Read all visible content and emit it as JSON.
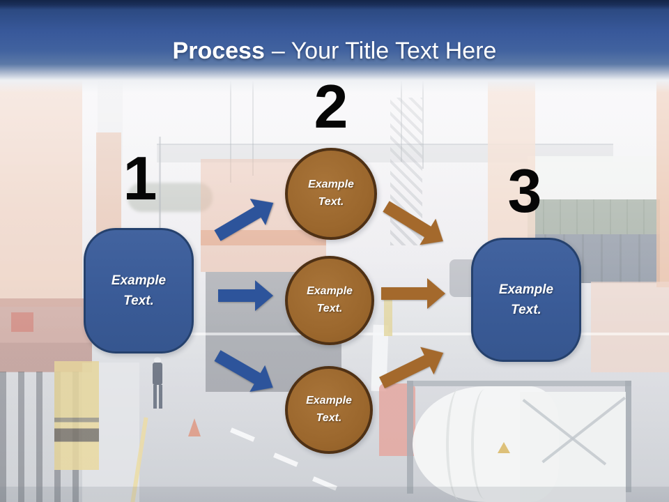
{
  "title": {
    "bold": "Process",
    "rest": "– Your Title Text Here"
  },
  "steps": {
    "left": {
      "number": "1",
      "label": "Example Text."
    },
    "middle": {
      "number": "2"
    },
    "right": {
      "number": "3",
      "label": "Example Text."
    }
  },
  "circles": {
    "top": "Example Text.",
    "middle": "Example Text.",
    "bottom": "Example Text."
  },
  "colors": {
    "title_bar_blue": "#3D5F9E",
    "title_bar_dark_top": "#16284E",
    "title_text": "#FFFFFF",
    "number_text": "#000000",
    "box_fill_blue": "#3C5D99",
    "box_border_blue": "#25416D",
    "circle_fill_brown": "#9E6A2F",
    "circle_border_brown": "#4F3115",
    "arrow_blue": "#2D549B",
    "arrow_brown": "#A4692C",
    "shape_text": "#FFFFFF"
  }
}
